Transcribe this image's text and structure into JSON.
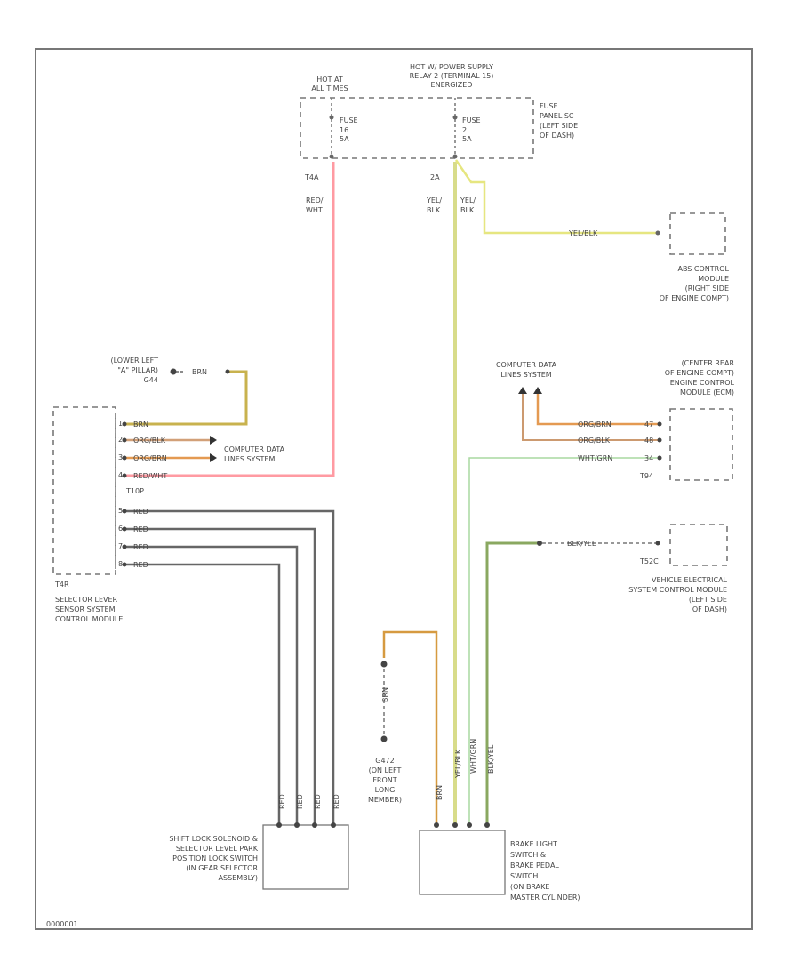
{
  "colors": {
    "red_white": "#ff9aa2",
    "yellow": "#d9d96a",
    "yellow_black": "#d8dc8a",
    "brown": "#cc9a70",
    "orange_brown": "#e49a52",
    "orange_black": "#d2a078",
    "white_green": "#a9d9a0",
    "black_yellow": "#8aa860",
    "gray": "#666666",
    "tan_wire": "#c8b24e",
    "orange_wire": "#d69a40"
  },
  "power": {
    "hot_at_all_times": [
      "HOT AT",
      "ALL TIMES"
    ],
    "relay_label": [
      "HOT W/ POWER SUPPLY",
      "RELAY 2 (TERMINAL 15)",
      "ENERGIZED"
    ],
    "fuse_left": [
      "FUSE",
      "16",
      "5A"
    ],
    "fuse_right": [
      "FUSE",
      "2",
      "5A"
    ],
    "fuse_panel": [
      "FUSE",
      "PANEL SC",
      "(LEFT SIDE",
      "OF DASH)"
    ],
    "pin_left": "T4A",
    "pin_right": "2A",
    "wire_left": [
      "RED/",
      "WHT"
    ],
    "wire_center": [
      "YEL/",
      "BLK"
    ],
    "wire_center2": [
      "YEL/",
      "BLK"
    ]
  },
  "abs": {
    "wire": "YEL/BLK",
    "label": [
      "ABS CONTROL",
      "MODULE",
      "(RIGHT SIDE",
      "OF ENGINE COMPT)"
    ]
  },
  "ground_top": {
    "label": [
      "(LOWER LEFT",
      "\"A\" PILLAR)",
      "G44"
    ],
    "wire": "BRN"
  },
  "selector_module": {
    "wires": [
      "BRN",
      "ORG/BLK",
      "ORG/BRN",
      "RED/WHT",
      "RED",
      "RED",
      "RED",
      "RED"
    ],
    "pins": [
      "1",
      "2",
      "3",
      "4",
      "5",
      "6",
      "7",
      "8"
    ],
    "connector_a": "T10P",
    "connector_b": "T4R",
    "label": [
      "SELECTOR LEVER",
      "SENSOR SYSTEM",
      "CONTROL MODULE"
    ]
  },
  "cdl_left": {
    "label": [
      "COMPUTER DATA",
      "LINES SYSTEM"
    ]
  },
  "engine": {
    "cdl": [
      "COMPUTER DATA",
      "LINES SYSTEM"
    ],
    "label": [
      "(CENTER REAR",
      "OF ENGINE COMPT)",
      "ENGINE CONTROL",
      "MODULE (ECM)"
    ],
    "wires": [
      "ORG/BRN",
      "ORG/BLK",
      "WHT/GRN"
    ],
    "pins": [
      "47",
      "48",
      "34"
    ],
    "connector": "T94"
  },
  "vesc": {
    "wire": "BLK/YEL",
    "connector": "T52C",
    "label": [
      "VEHICLE ELECTRICAL",
      "SYSTEM CONTROL MODULE",
      "(LEFT SIDE",
      "OF DASH)"
    ]
  },
  "ground_bottom": {
    "wire": "BRN",
    "label": [
      "G472",
      "(ON LEFT",
      "FRONT",
      "LONG",
      "MEMBER)"
    ]
  },
  "shift_lock": {
    "wires": [
      "RED",
      "RED",
      "RED",
      "RED"
    ],
    "label": [
      "SHIFT LOCK SOLENOID &",
      "SELECTOR LEVEL PARK",
      "POSITION LOCK SWITCH",
      "(IN GEAR SELECTOR",
      "ASSEMBLY)"
    ]
  },
  "brake": {
    "wires": [
      "BRN",
      "YEL/BLK",
      "WHT/GRN",
      "BLK/YEL"
    ],
    "label": [
      "BRAKE LIGHT",
      "SWITCH &",
      "BRAKE PEDAL",
      "SWITCH",
      "(ON BRAKE",
      "MASTER CYLINDER)"
    ]
  },
  "diagram_id": "0000001"
}
